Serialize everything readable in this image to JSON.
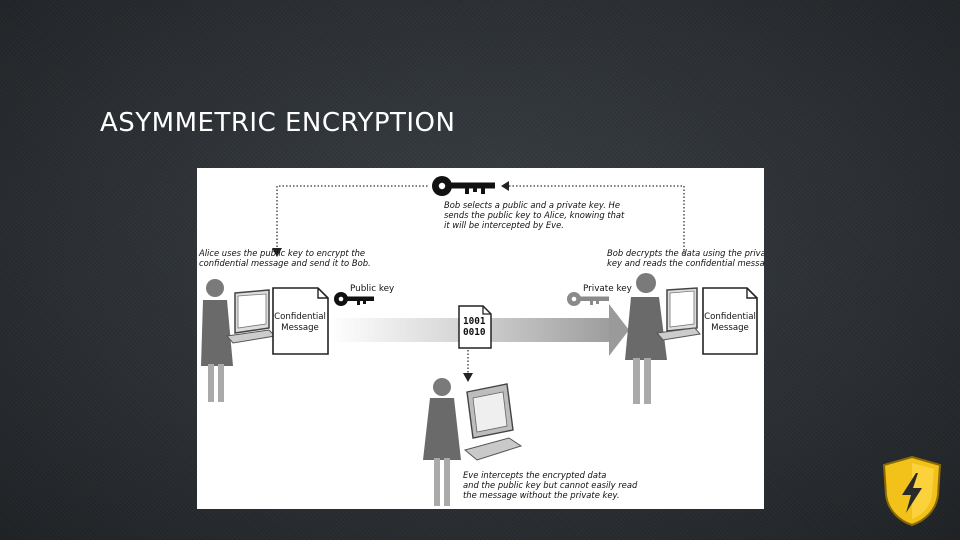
{
  "slide": {
    "title": "ASYMMETRIC ENCRYPTION"
  },
  "diagram": {
    "bob_note": [
      "Bob selects a public and a private key. He",
      "sends the public key to Alice, knowing that",
      "it will be intercepted by Eve."
    ],
    "alice_note": [
      "Alice uses the public key to encrypt the",
      "confidential message and send it to Bob."
    ],
    "bob_decrypt_note": [
      "Bob decrypts the data using the private",
      "key and reads the confidential message."
    ],
    "eve_note": [
      "Eve intercepts the encrypted data",
      "and the public key but cannot easily read",
      "the message without the private key."
    ],
    "public_key_label": "Public key",
    "private_key_label": "Private key",
    "alice_doc": [
      "Confidential",
      "Message"
    ],
    "bob_doc": [
      "Confidential",
      "Message"
    ],
    "encrypted_doc": [
      "1001",
      "0010"
    ]
  },
  "colors": {
    "background": "#2b2f33",
    "title": "#ffffff",
    "badge_gold": "#f2c21b",
    "badge_dark": "#2a2a2a"
  },
  "icons": {
    "badge": "lightning-shield-icon"
  }
}
